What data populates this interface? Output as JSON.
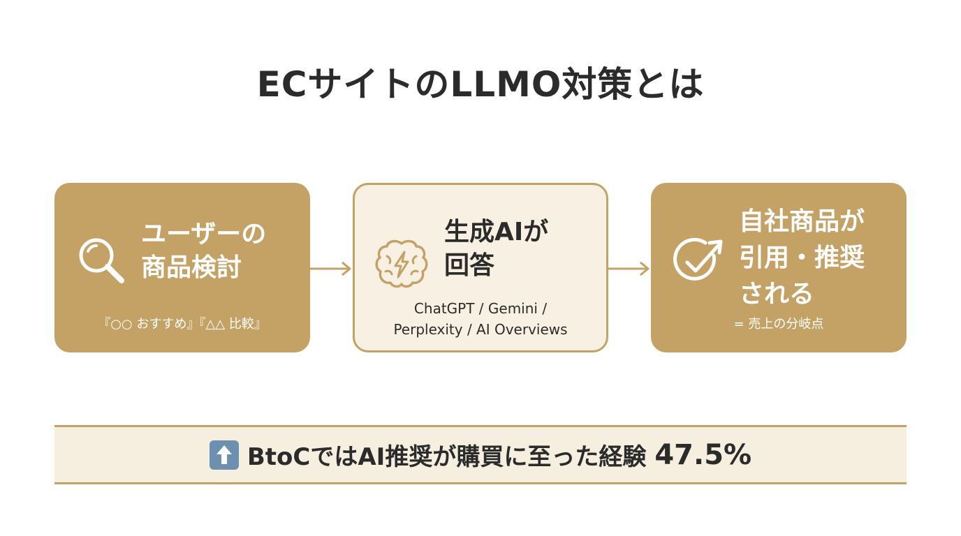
{
  "title": "ECサイトのLLMO対策とは",
  "steps": [
    {
      "heading_line1": "ユーザーの",
      "heading_line2": "商品検討",
      "sub": "『○○ おすすめ』『△△ 比較』",
      "icon": "search-icon"
    },
    {
      "heading_line1": "生成AIが",
      "heading_line2": "回答",
      "sub_line1": "ChatGPT / Gemini /",
      "sub_line2": "Perplexity / AI Overviews",
      "icon": "ai-brain-icon"
    },
    {
      "heading_line1": "自社商品が",
      "heading_line2": "引用・推奨",
      "heading_line3": "される",
      "sub": "= 売上の分岐点",
      "icon": "check-growth-icon"
    }
  ],
  "stat": {
    "icon": "up-arrow-icon",
    "text": "BtoCではAI推奨が購買に至った経験",
    "value": "47.5%"
  },
  "colors": {
    "gold": "#c4a265",
    "cream": "#f8f1e3",
    "text": "#2b2b2b",
    "stat_icon": "#6d8fb0"
  }
}
